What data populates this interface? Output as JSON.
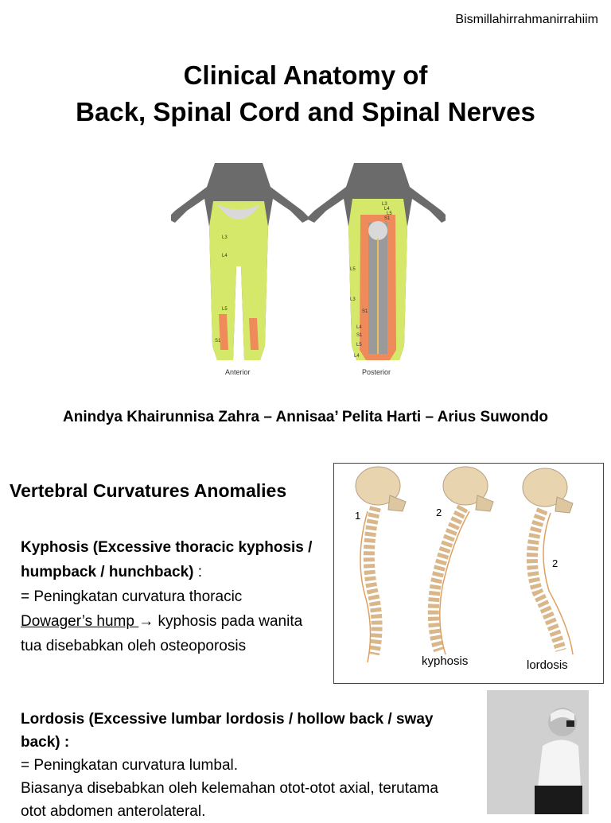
{
  "header": {
    "bismillah": "Bismillahirrahmanirrahiim"
  },
  "title": {
    "line1": "Clinical Anatomy of",
    "line2": "Back, Spinal Cord and Spinal Nerves"
  },
  "dermatome_figure": {
    "anterior_label": "Anterior",
    "posterior_label": "Posterior",
    "anterior_levels": [
      "L3",
      "L4",
      "L5",
      "S1"
    ],
    "posterior_levels": [
      "L3",
      "L4",
      "L5",
      "S1",
      "L5",
      "L3",
      "S1",
      "L4",
      "S1",
      "L5",
      "L4"
    ]
  },
  "authors": "Anindya Khairunnisa Zahra – Annisaa’ Pelita Harti – Arius Suwondo",
  "section": {
    "heading": "Vertebral Curvatures Anomalies",
    "kyphosis": {
      "title": "Kyphosis (Excessive thoracic kyphosis / humpback / hunchback)",
      "title_suffix": " :",
      "line1": "= Peningkatan curvatura thoracic",
      "dowager": "Dowager’s hump ",
      "arrow_text": "→ kyphosis pada wanita tua disebabkan oleh osteoporosis"
    },
    "lordosis": {
      "title": "Lordosis (Excessive lumbar lordosis / hollow back / sway back) :",
      "line1": "= Peningkatan curvatura lumbal.",
      "line2": "Biasanya disebabkan oleh kelemahan otot-otot axial, terutama otot abdomen anterolateral."
    }
  },
  "spine_figure": {
    "numbers": [
      "1",
      "2",
      "2"
    ],
    "kyphosis_label": "kyphosis",
    "lordosis_label": "lordosis"
  }
}
